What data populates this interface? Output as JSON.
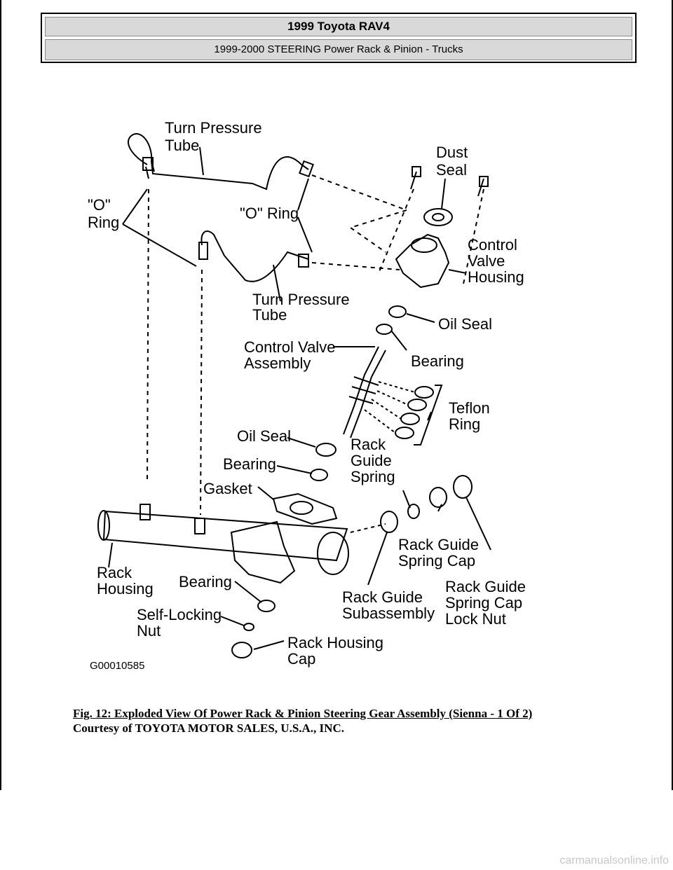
{
  "header": {
    "title": "1999 Toyota RAV4",
    "subtitle": "1999-2000 STEERING Power Rack & Pinion - Trucks"
  },
  "figure": {
    "code": "G00010585",
    "labels": {
      "turn_pressure_tube_top": [
        "Turn Pressure",
        "Tube"
      ],
      "dust_seal": [
        "Dust",
        "Seal"
      ],
      "o_ring_left": [
        "\"O\"",
        "Ring"
      ],
      "o_ring_mid": [
        "\"O\" Ring"
      ],
      "control_valve_housing": [
        "Control",
        "Valve",
        "Housing"
      ],
      "turn_pressure_tube_bottom": [
        "Turn Pressure",
        "Tube"
      ],
      "oil_seal_right": [
        "Oil Seal"
      ],
      "control_valve_assembly": [
        "Control Valve",
        "Assembly"
      ],
      "bearing_right": [
        "Bearing"
      ],
      "teflon_ring": [
        "Teflon",
        "Ring"
      ],
      "oil_seal_left": [
        "Oil Seal"
      ],
      "rack_guide_spring": [
        "Rack",
        "Guide",
        "Spring"
      ],
      "bearing_mid": [
        "Bearing"
      ],
      "gasket": [
        "Gasket"
      ],
      "rack_guide_spring_cap": [
        "Rack Guide",
        "Spring Cap"
      ],
      "rack_housing": [
        "Rack",
        "Housing"
      ],
      "bearing_low": [
        "Bearing"
      ],
      "rack_guide_subassembly": [
        "Rack Guide",
        "Subassembly"
      ],
      "rack_guide_spring_cap_lock_nut": [
        "Rack Guide",
        "Spring Cap",
        "Lock Nut"
      ],
      "self_locking_nut": [
        "Self-Locking",
        "Nut"
      ],
      "rack_housing_cap": [
        "Rack Housing",
        "Cap"
      ]
    }
  },
  "caption": {
    "title": "Fig. 12: Exploded View Of Power Rack & Pinion Steering Gear Assembly (Sienna - 1 Of 2)",
    "courtesy": "Courtesy of TOYOTA MOTOR SALES, U.S.A., INC."
  },
  "watermark": "carmanualsonline.info"
}
